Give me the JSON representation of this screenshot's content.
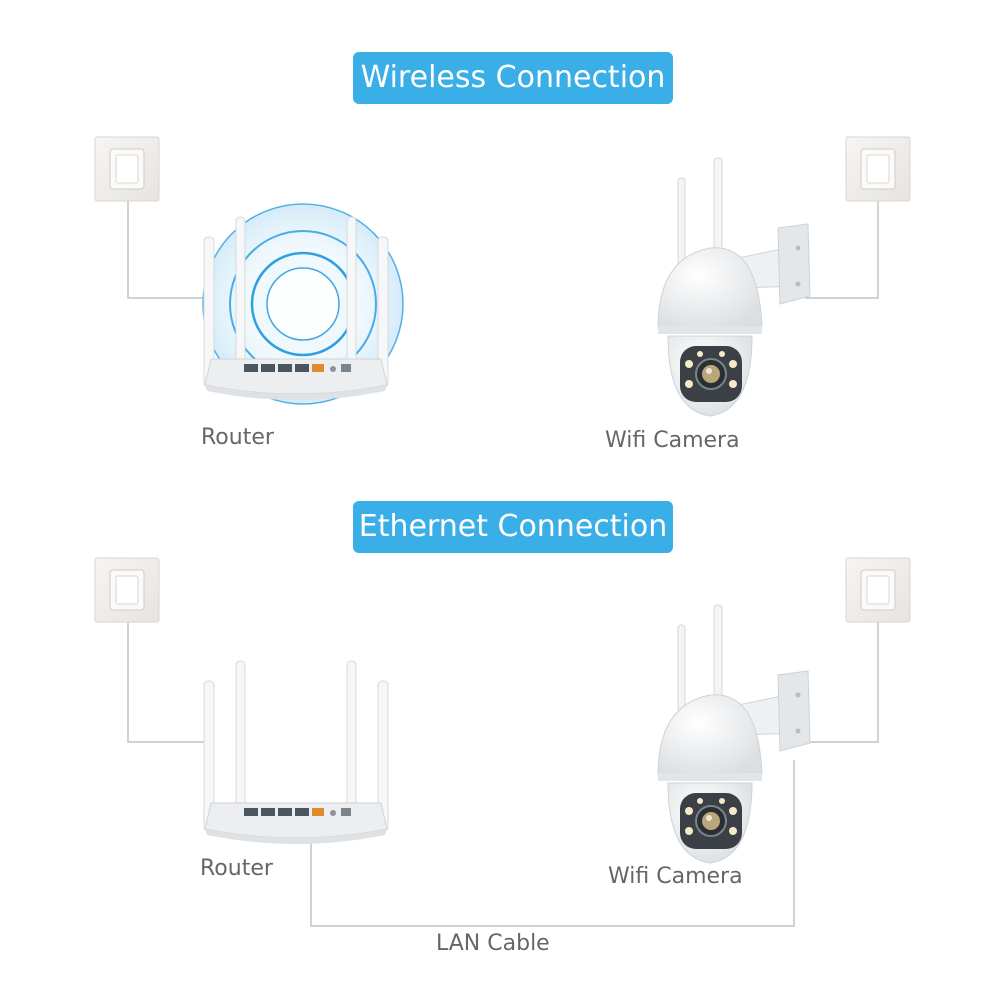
{
  "colors": {
    "banner": "#3aaee6",
    "label_text": "#666666",
    "wire": "#d0d3d6",
    "wave": "#2e9fe0",
    "device_body": "#f4f5f6",
    "socket_plate": "#f0eeec"
  },
  "wireless": {
    "title": "Wireless Connection",
    "router_label": "Router",
    "camera_label": "Wifi Camera"
  },
  "ethernet": {
    "title": "Ethernet Connection",
    "router_label": "Router",
    "camera_label": "Wifi Camera",
    "cable_label": "LAN Cable"
  }
}
